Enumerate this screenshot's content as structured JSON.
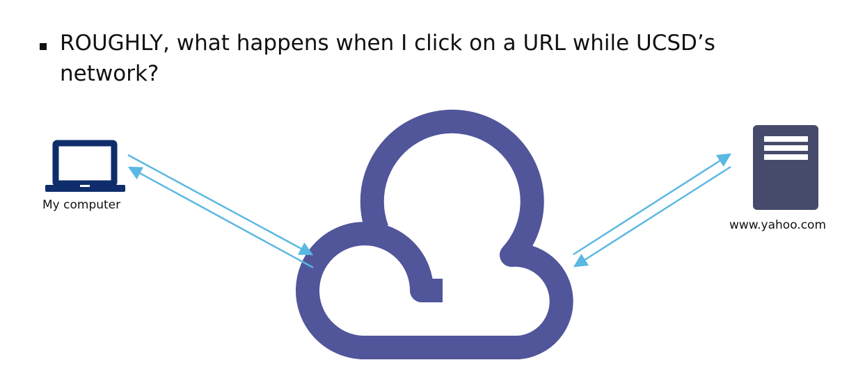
{
  "slide": {
    "bullet_text": "ROUGHLY, what happens when I click on a URL while UCSD’s network?"
  },
  "diagram": {
    "computer_label": "My computer",
    "server_label": "www.yahoo.com",
    "colors": {
      "computer": "#0f2d6b",
      "server": "#474b6b",
      "cloud": "#51559a",
      "arrows": "#5bb8e2",
      "text": "#111111"
    },
    "icons": {
      "computer": "laptop-icon",
      "server": "server-icon",
      "network": "cloud-icon"
    }
  }
}
